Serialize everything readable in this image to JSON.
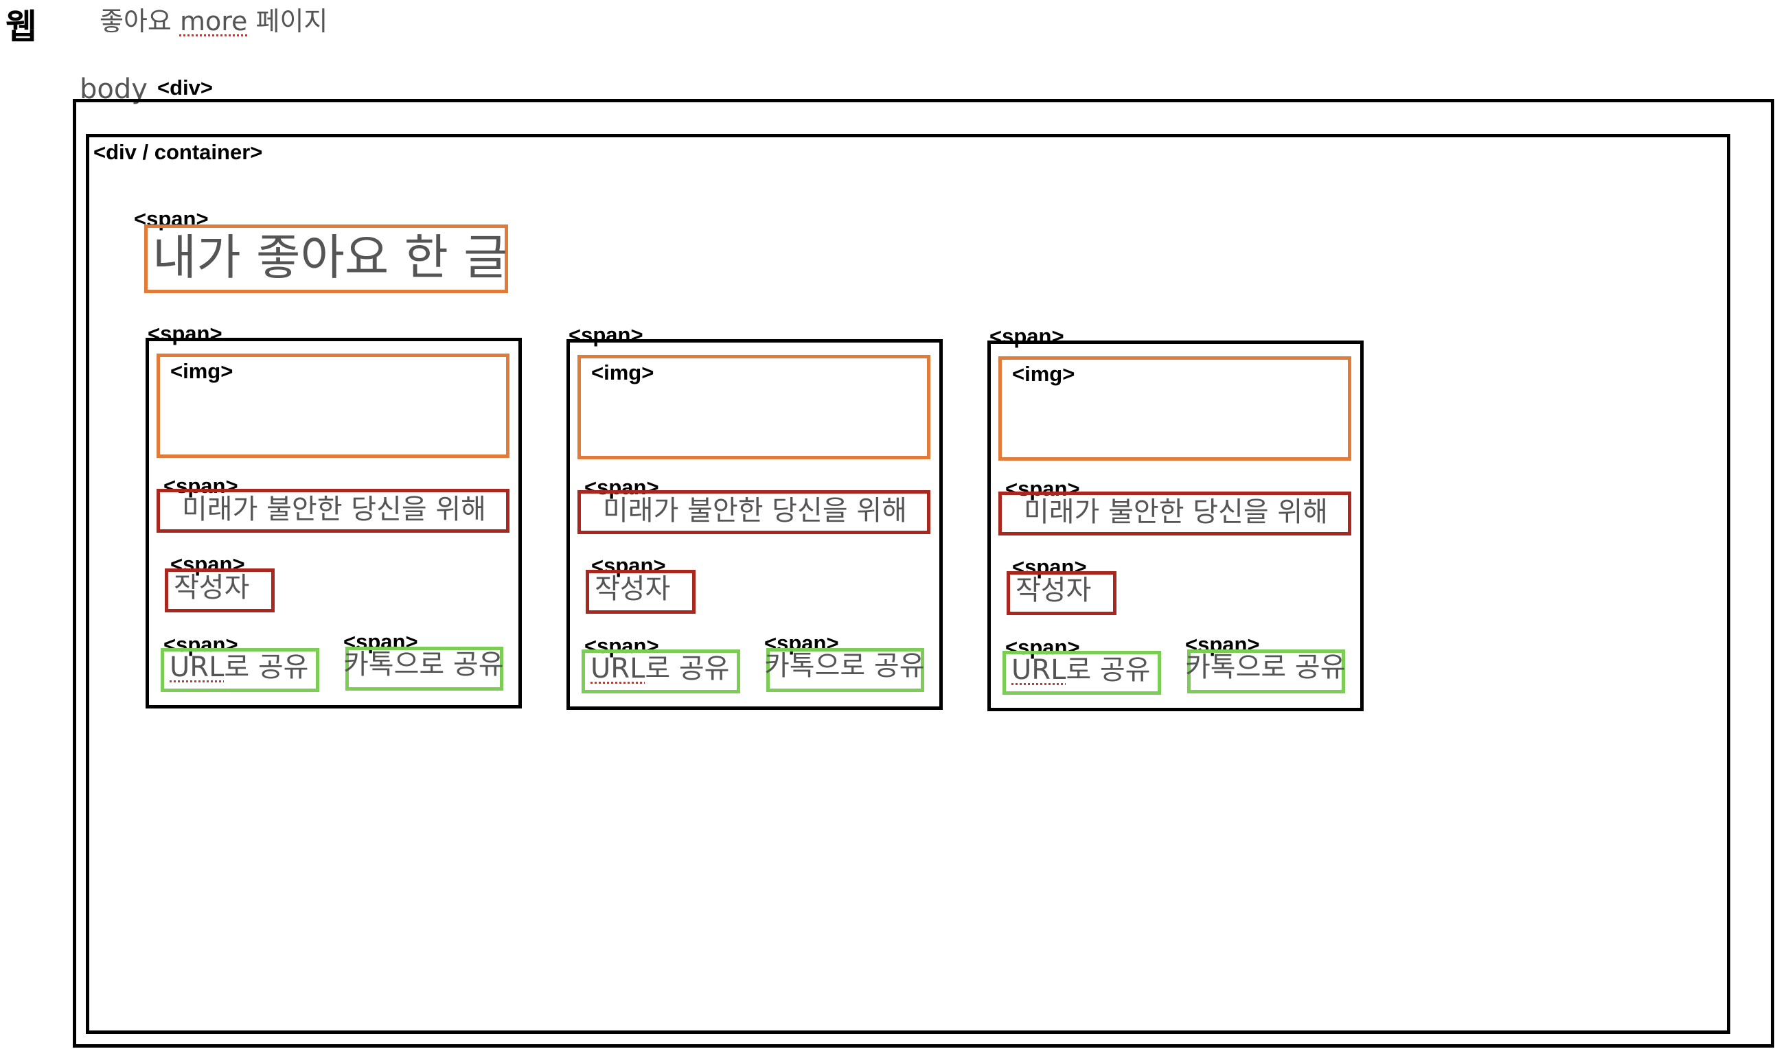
{
  "header": {
    "platform": "웹",
    "title_prefix": "좋아요",
    "title_more": "more",
    "title_suffix": "페이지"
  },
  "labels": {
    "body": "body",
    "div_tag": "<div>",
    "container_tag": "<div / container>",
    "span_tag": "<span>",
    "img_tag": "<img>"
  },
  "container": {
    "heading": "내가 좋아요 한 글"
  },
  "cards": [
    {
      "title": "미래가 불안한 당신을 위해",
      "author": "작성자",
      "share_url": "URL로 공유",
      "share_url_suffix": "로 공유",
      "share_url_prefix": "URL",
      "share_kakao": "카톡으로 공유"
    },
    {
      "title": "미래가 불안한 당신을 위해",
      "author": "작성자",
      "share_url": "URL로 공유",
      "share_url_suffix": "로 공유",
      "share_url_prefix": "URL",
      "share_kakao": "카톡으로 공유"
    },
    {
      "title": "미래가 불안한 당신을 위해",
      "author": "작성자",
      "share_url": "URL로 공유",
      "share_url_suffix": "로 공유",
      "share_url_prefix": "URL",
      "share_kakao": "카톡으로 공유"
    }
  ],
  "colors": {
    "outline": "#000000",
    "image_box": "#e07b39",
    "text_box": "#a8281f",
    "share_box": "#7ccd55",
    "text": "#555555"
  }
}
